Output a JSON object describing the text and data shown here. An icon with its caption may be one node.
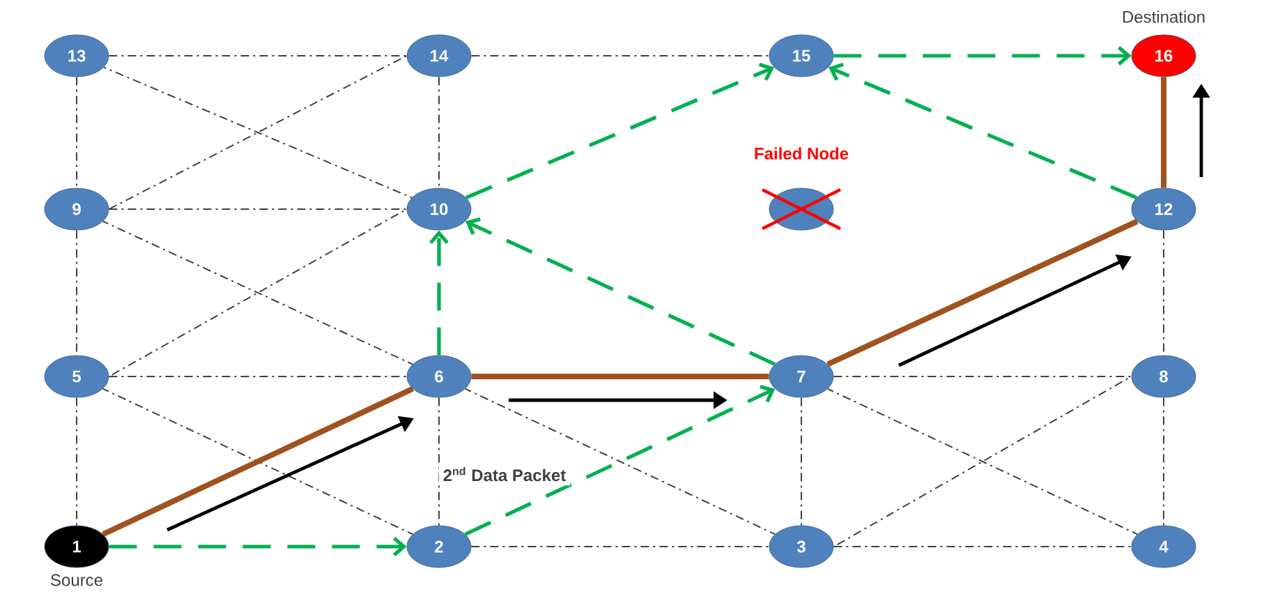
{
  "diagram": {
    "nodes": [
      {
        "text": [
          "1"
        ],
        "beside": [
          "Source"
        ]
      },
      {
        "text": [
          "2"
        ]
      },
      {
        "text": [
          "3"
        ]
      },
      {
        "text": [
          "4"
        ]
      },
      {
        "text": [
          "5"
        ]
      },
      {
        "text": [
          "6"
        ]
      },
      {
        "text": [
          "7"
        ]
      },
      {
        "text": [
          "8"
        ]
      },
      {
        "text": [
          "9"
        ]
      },
      {
        "text": [
          "10"
        ]
      },
      {
        "text": [],
        "shape": "circle",
        "beside": [
          "Failed Node"
        ]
      },
      {
        "text": [
          "12"
        ]
      },
      {
        "text": [
          "13"
        ]
      },
      {
        "text": [
          "14"
        ]
      },
      {
        "text": [
          "15"
        ]
      },
      {
        "text": [
          "16"
        ],
        "beside": [
          "Destination"
        ]
      }
    ],
    "edges": [
      {
        "from": 12,
        "to": 13,
        "arrow": "none",
        "style": "dashed"
      },
      {
        "from": 13,
        "to": 14,
        "arrow": "none",
        "style": "dashed"
      },
      {
        "from": 8,
        "to": 9,
        "arrow": "none",
        "style": "dashed"
      },
      {
        "from": 4,
        "to": 5,
        "arrow": "none",
        "style": "dashed"
      },
      {
        "from": 6,
        "to": 7,
        "arrow": "none",
        "style": "dashed"
      },
      {
        "from": 1,
        "to": 2,
        "arrow": "none",
        "style": "dashed"
      },
      {
        "from": 2,
        "to": 3,
        "arrow": "none",
        "style": "dashed"
      },
      {
        "from": 12,
        "to": 8,
        "arrow": "none",
        "style": "dashed"
      },
      {
        "from": 8,
        "to": 4,
        "arrow": "none",
        "style": "dashed"
      },
      {
        "from": 4,
        "to": 0,
        "arrow": "none",
        "style": "dashed"
      },
      {
        "from": 13,
        "to": 9,
        "arrow": "none",
        "style": "dashed"
      },
      {
        "from": 5,
        "to": 1,
        "arrow": "none",
        "style": "dashed"
      },
      {
        "from": 6,
        "to": 2,
        "arrow": "none",
        "style": "dashed"
      },
      {
        "from": 11,
        "to": 7,
        "arrow": "none",
        "style": "dashed"
      },
      {
        "from": 7,
        "to": 3,
        "arrow": "none",
        "style": "dashed"
      },
      {
        "from": 12,
        "to": 9,
        "arrow": "none",
        "style": "dashed"
      },
      {
        "from": 13,
        "to": 8,
        "arrow": "none",
        "style": "dashed"
      },
      {
        "from": 8,
        "to": 5,
        "arrow": "none",
        "style": "dashed"
      },
      {
        "from": 9,
        "to": 4,
        "arrow": "none",
        "style": "dashed"
      },
      {
        "from": 4,
        "to": 1,
        "arrow": "none",
        "style": "dashed"
      },
      {
        "from": 5,
        "to": 2,
        "arrow": "none",
        "style": "dashed"
      },
      {
        "from": 6,
        "to": 3,
        "arrow": "none",
        "style": "dashed"
      },
      {
        "from": 7,
        "to": 2,
        "arrow": "none",
        "style": "dashed"
      },
      {
        "from": 0,
        "to": 1,
        "arrow": "to",
        "style": "dashed",
        "color": "#00b050"
      },
      {
        "from": 1,
        "to": 6,
        "arrow": "to",
        "style": "dashed",
        "color": "#00b050"
      },
      {
        "from": 5,
        "to": 9,
        "arrow": "to",
        "style": "dashed",
        "color": "#00b050"
      },
      {
        "from": 6,
        "to": 9,
        "arrow": "to",
        "style": "dashed",
        "color": "#00b050"
      },
      {
        "from": 9,
        "to": 14,
        "arrow": "to",
        "style": "dashed",
        "color": "#00b050"
      },
      {
        "from": 11,
        "to": 14,
        "arrow": "to",
        "style": "dashed",
        "color": "#00b050"
      },
      {
        "from": 14,
        "to": 15,
        "arrow": "to",
        "style": "dashed",
        "color": "#00b050"
      },
      {
        "from": 0,
        "to": 5,
        "arrow": "none",
        "style": "thick",
        "color": "#a0521e"
      },
      {
        "from": 5,
        "to": 6,
        "arrow": "none",
        "style": "thick",
        "color": "#a0521e"
      },
      {
        "from": 6,
        "to": 11,
        "arrow": "none",
        "style": "thick",
        "color": "#a0521e"
      },
      {
        "from": 11,
        "to": 15,
        "arrow": "none",
        "style": "thick",
        "color": "#a0521e"
      }
    ],
    "labels": [
      "2$^{nd}$ Data Packet"
    ]
  }
}
